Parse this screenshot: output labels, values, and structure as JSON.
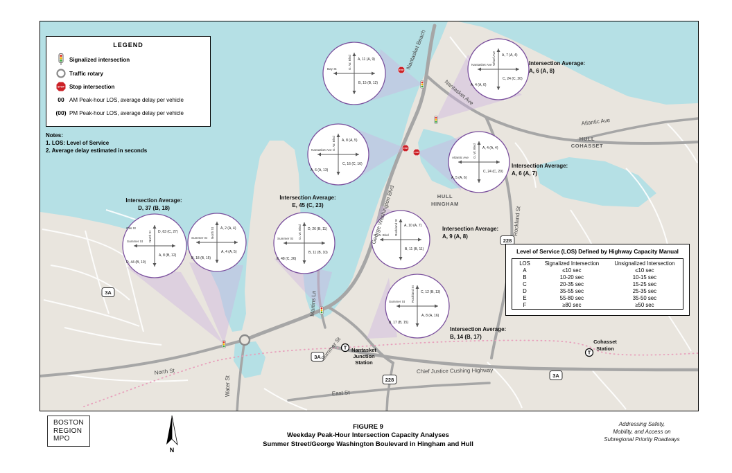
{
  "legend": {
    "title": "LEGEND",
    "items": [
      {
        "icon": "traffic-signal-icon",
        "label": "Signalized intersection"
      },
      {
        "icon": "rotary-icon",
        "label": "Traffic rotary"
      },
      {
        "icon": "stop-sign-icon",
        "symbol": "STOP",
        "label": "Stop intersection"
      },
      {
        "icon": "am-los-symbol",
        "symbol": "00",
        "label": "AM Peak-hour LOS, average delay per vehicle"
      },
      {
        "icon": "pm-los-symbol",
        "symbol": "(00)",
        "label": "PM Peak-hour LOS, average delay per vehicle"
      }
    ]
  },
  "notes": {
    "heading": "Notes:",
    "lines": [
      "1. LOS: Level of Service",
      "2. Average delay estimated in seconds"
    ]
  },
  "map": {
    "stop_text": "STOP",
    "labels": {
      "nantasket_beach": "Nantasket Beach",
      "nantasket_ave": "Nantasket Ave",
      "atlantic_ave": "Atlantic Ave",
      "hull": "HULL",
      "cohasset": "COHASSET",
      "hingham": "HINGHAM",
      "george_washington_blvd": "George Washington Blvd",
      "rockland_st": "Rockland St",
      "martins_ln": "Martins Ln",
      "summer_st": "Summer St",
      "north_st": "North St",
      "water_st": "Water St",
      "east_st": "East St",
      "chief_justice": "Chief Justice Cushing Highway",
      "cohasset_station_1": "Cohasset",
      "cohasset_station_2": "Station",
      "nantasket_junction_1": "Nantasket",
      "nantasket_junction_2": "Junction",
      "nantasket_junction_3": "Station",
      "t_symbol": "T"
    },
    "shields": {
      "route_3a": "3A",
      "route_228": "228"
    }
  },
  "callouts": [
    {
      "id": "bay-st",
      "streets": [
        "Bay St",
        "G. W. Blvd"
      ],
      "los": [
        "A, 11 (A, 9)",
        "B, 15 (B, 12)"
      ]
    },
    {
      "id": "wharf-ave",
      "streets": [
        "Nantasket Ave",
        "Wharf Ave"
      ],
      "los": [
        "A, 7 (A, 4)",
        "C, 24 (C, 20)",
        "A, 4 (A, 6)"
      ]
    },
    {
      "id": "nantasket-ave",
      "streets": [
        "Nantasket Ave",
        "G. W. Blvd"
      ],
      "los": [
        "A, 8 (A, 5)",
        "C, 16 (C, 16)",
        "A, 6 (A, 13)"
      ]
    },
    {
      "id": "gw-blvd-east",
      "streets": [
        "Atlantic Ave",
        "G. W. Blvd"
      ],
      "los": [
        "A, 4 (A, 4)",
        "C, 24 (C, 20)",
        "A, 5 (A, 6)"
      ]
    },
    {
      "id": "rockland-gw",
      "streets": [
        "G. W. Blvd",
        "Rockland St"
      ],
      "los": [
        "A, 10 (A, 7)",
        "B, 11 (B, 11)"
      ]
    },
    {
      "id": "otis-summer",
      "streets": [
        "Summer St",
        "North St",
        "Otis St"
      ],
      "los": [
        "D, 63 (C, 27)",
        "A, 8 (B, 12)",
        "D, 44 (B, 19)"
      ]
    },
    {
      "id": "summer-north",
      "streets": [
        "Summer St",
        "North St"
      ],
      "los": [
        "A, 2 (A, 4)",
        "A, 4 (A, 5)",
        "B, 18 (B, 15)"
      ]
    },
    {
      "id": "summer-gw",
      "streets": [
        "Summer St",
        "G. W. Blvd"
      ],
      "los": [
        "D, 26 (B, 11)",
        "B, 11 (B, 10)",
        "E, 48 (C, 26)"
      ]
    },
    {
      "id": "summer-rockland",
      "streets": [
        "Summer St",
        "Rockland St"
      ],
      "los": [
        "C, 12 (B, 13)",
        "A, 8 (A, 16)",
        "B, 17 (B, 15)"
      ]
    }
  ],
  "averages": [
    {
      "line1": "Intersection Average:",
      "line2": "A, 6 (A, 8)"
    },
    {
      "line1": "Intersection Average:",
      "line2": "A, 6 (A, 7)"
    },
    {
      "line1": "Intersection Average:",
      "line2": "A, 9 (A, 8)"
    },
    {
      "line1": "Intersection Average:",
      "line2": "D, 37 (B, 18)"
    },
    {
      "line1": "Intersection Average:",
      "line2": "E, 45 (C, 23)"
    },
    {
      "line1": "Intersection Average:",
      "line2": "B, 14 (B, 17)"
    }
  ],
  "los_table": {
    "title": "Level of Service (LOS) Defined by Highway Capacity Manual",
    "headers": [
      "LOS",
      "Signalized Intersection",
      "Unsignalized Intersection"
    ],
    "rows": [
      [
        "A",
        "≤10 sec",
        "≤10 sec"
      ],
      [
        "B",
        "10-20 sec",
        "10-15 sec"
      ],
      [
        "C",
        "20-35 sec",
        "15-25 sec"
      ],
      [
        "D",
        "35-55 sec",
        "25-35 sec"
      ],
      [
        "E",
        "55-80 sec",
        "35-50 sec"
      ],
      [
        "F",
        "≥80 sec",
        "≥50 sec"
      ]
    ]
  },
  "footer": {
    "logo_lines": [
      "BOSTON",
      "REGION",
      "MPO"
    ],
    "north_label": "N",
    "figure_label": "FIGURE 9",
    "title_line1": "Weekday Peak-Hour Intersection Capacity Analyses",
    "title_line2": "Summer Street/George Washington Boulevard in Hingham and Hull",
    "tagline_lines": [
      "Addressing Safety,",
      "Mobility, and Access on",
      "Subregional Priority Roadways"
    ]
  },
  "colors": {
    "water": "#b5e0e5",
    "land": "#e9e5de",
    "road": "#a6a6a6",
    "callout_stroke": "#7a4f9d",
    "wedge": "#cdb2e0",
    "railroad": "#e8a0bc",
    "stop_red": "#cc2127"
  }
}
